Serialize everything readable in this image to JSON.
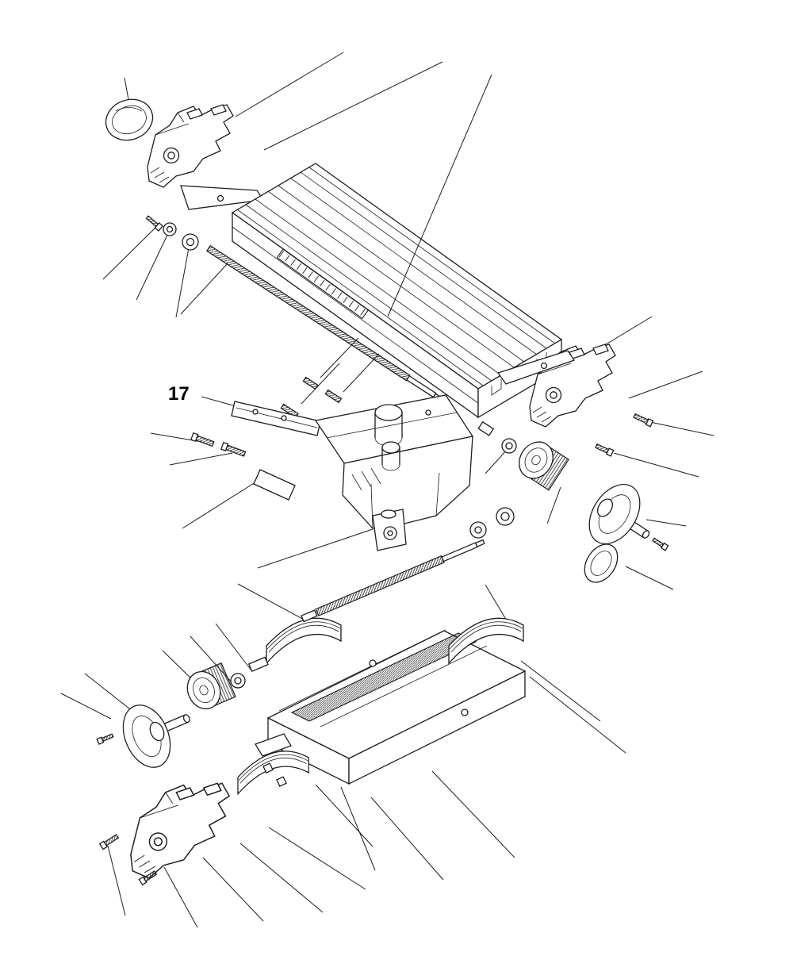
{
  "diagram": {
    "type": "exploded-parts-drawing",
    "subject": "cross-slide-table-assembly",
    "callout_17": "17",
    "background_color": "#ffffff",
    "line_color": "#1d1d1d",
    "parts": [
      "cap-knob",
      "end-bracket-top-left",
      "gib-plate-top",
      "screw-top-left",
      "washer-small",
      "washer-large",
      "table-leadscrew",
      "worktable",
      "table-scale",
      "gib-screws",
      "set-screws-left",
      "saddle",
      "thrust-washer",
      "lock-nut",
      "shaft-spacer-right",
      "bearing-washer-right",
      "retaining-ring-right",
      "bearing-coupling-right",
      "handwheel-right",
      "handle-knob-right",
      "bolt-right",
      "end-bracket-right",
      "gib-plate-right",
      "cross-leadscrew",
      "way-cover-left",
      "way-cover-right",
      "way-cover-front",
      "cover-clips",
      "base",
      "spacer-left",
      "washer-left",
      "gear-coupling-left",
      "handwheel-left",
      "bolt-left",
      "end-bracket-bottom-left",
      "screw-bottom-a",
      "screw-bottom-b"
    ]
  }
}
